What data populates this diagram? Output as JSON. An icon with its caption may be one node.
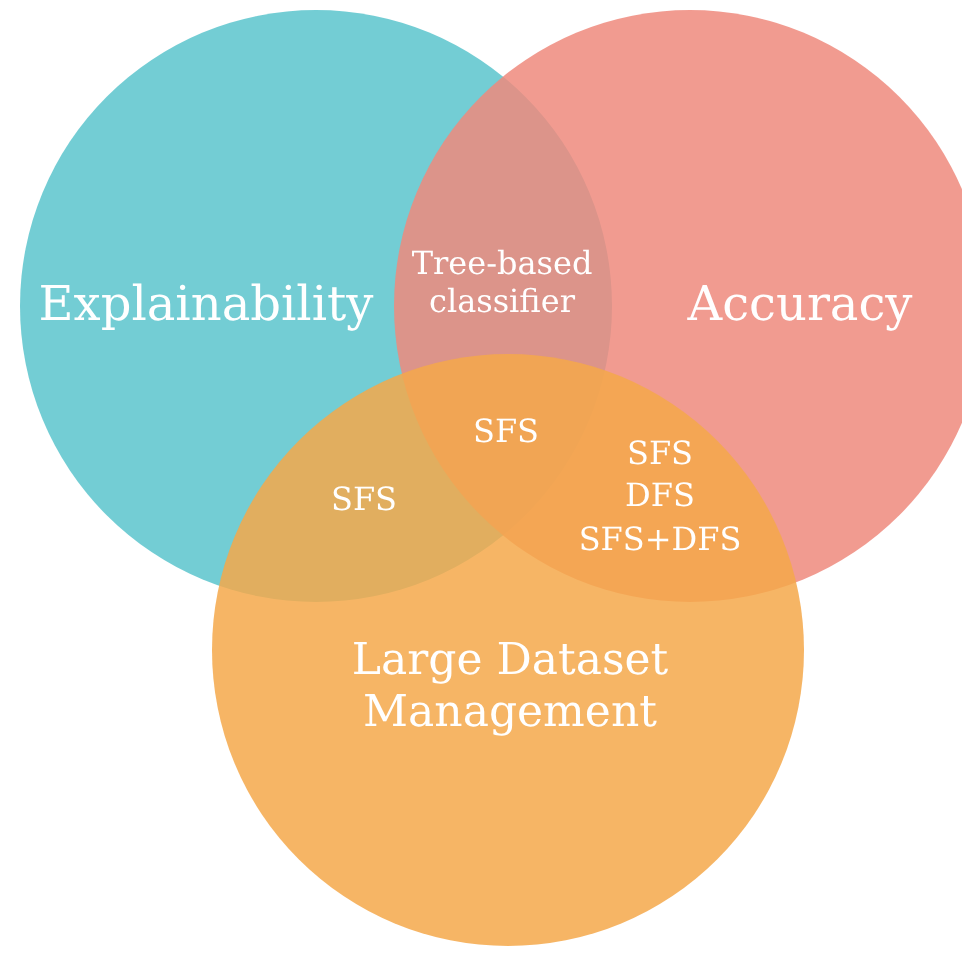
{
  "diagram": {
    "nodes": [
      {
        "text": [
          "Explainability"
        ]
      },
      {
        "text": [
          "Accuracy"
        ]
      },
      {
        "text": [
          "Large Dataset Management"
        ]
      }
    ],
    "labels": [
      "Tree-based classifier",
      "SFS",
      "SFS",
      "DFS",
      "SFS",
      "SFS+DFS"
    ]
  }
}
